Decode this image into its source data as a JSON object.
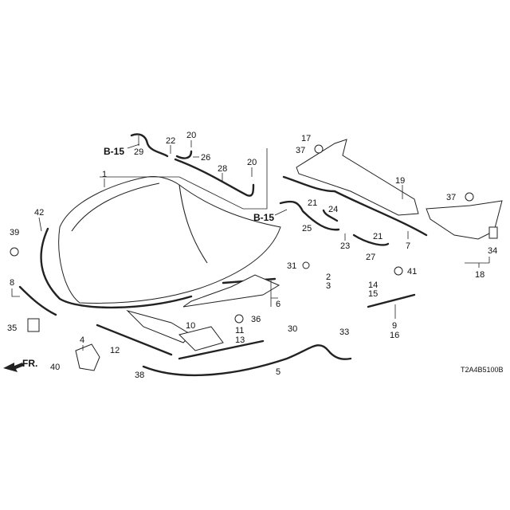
{
  "diagram": {
    "reference_labels": [
      "B-15",
      "B-15"
    ],
    "direction_label": "FR.",
    "diagram_code": "T2A4B5100B",
    "callouts": [
      "29",
      "22",
      "20",
      "26",
      "28",
      "20",
      "1",
      "17",
      "37",
      "19",
      "37",
      "24",
      "21",
      "25",
      "23",
      "21",
      "27",
      "7",
      "34",
      "18",
      "31",
      "2",
      "3",
      "41",
      "14",
      "15",
      "9",
      "16",
      "6",
      "36",
      "30",
      "10",
      "11",
      "13",
      "12",
      "5",
      "33",
      "38",
      "42",
      "39",
      "8",
      "35",
      "4",
      "40"
    ]
  }
}
